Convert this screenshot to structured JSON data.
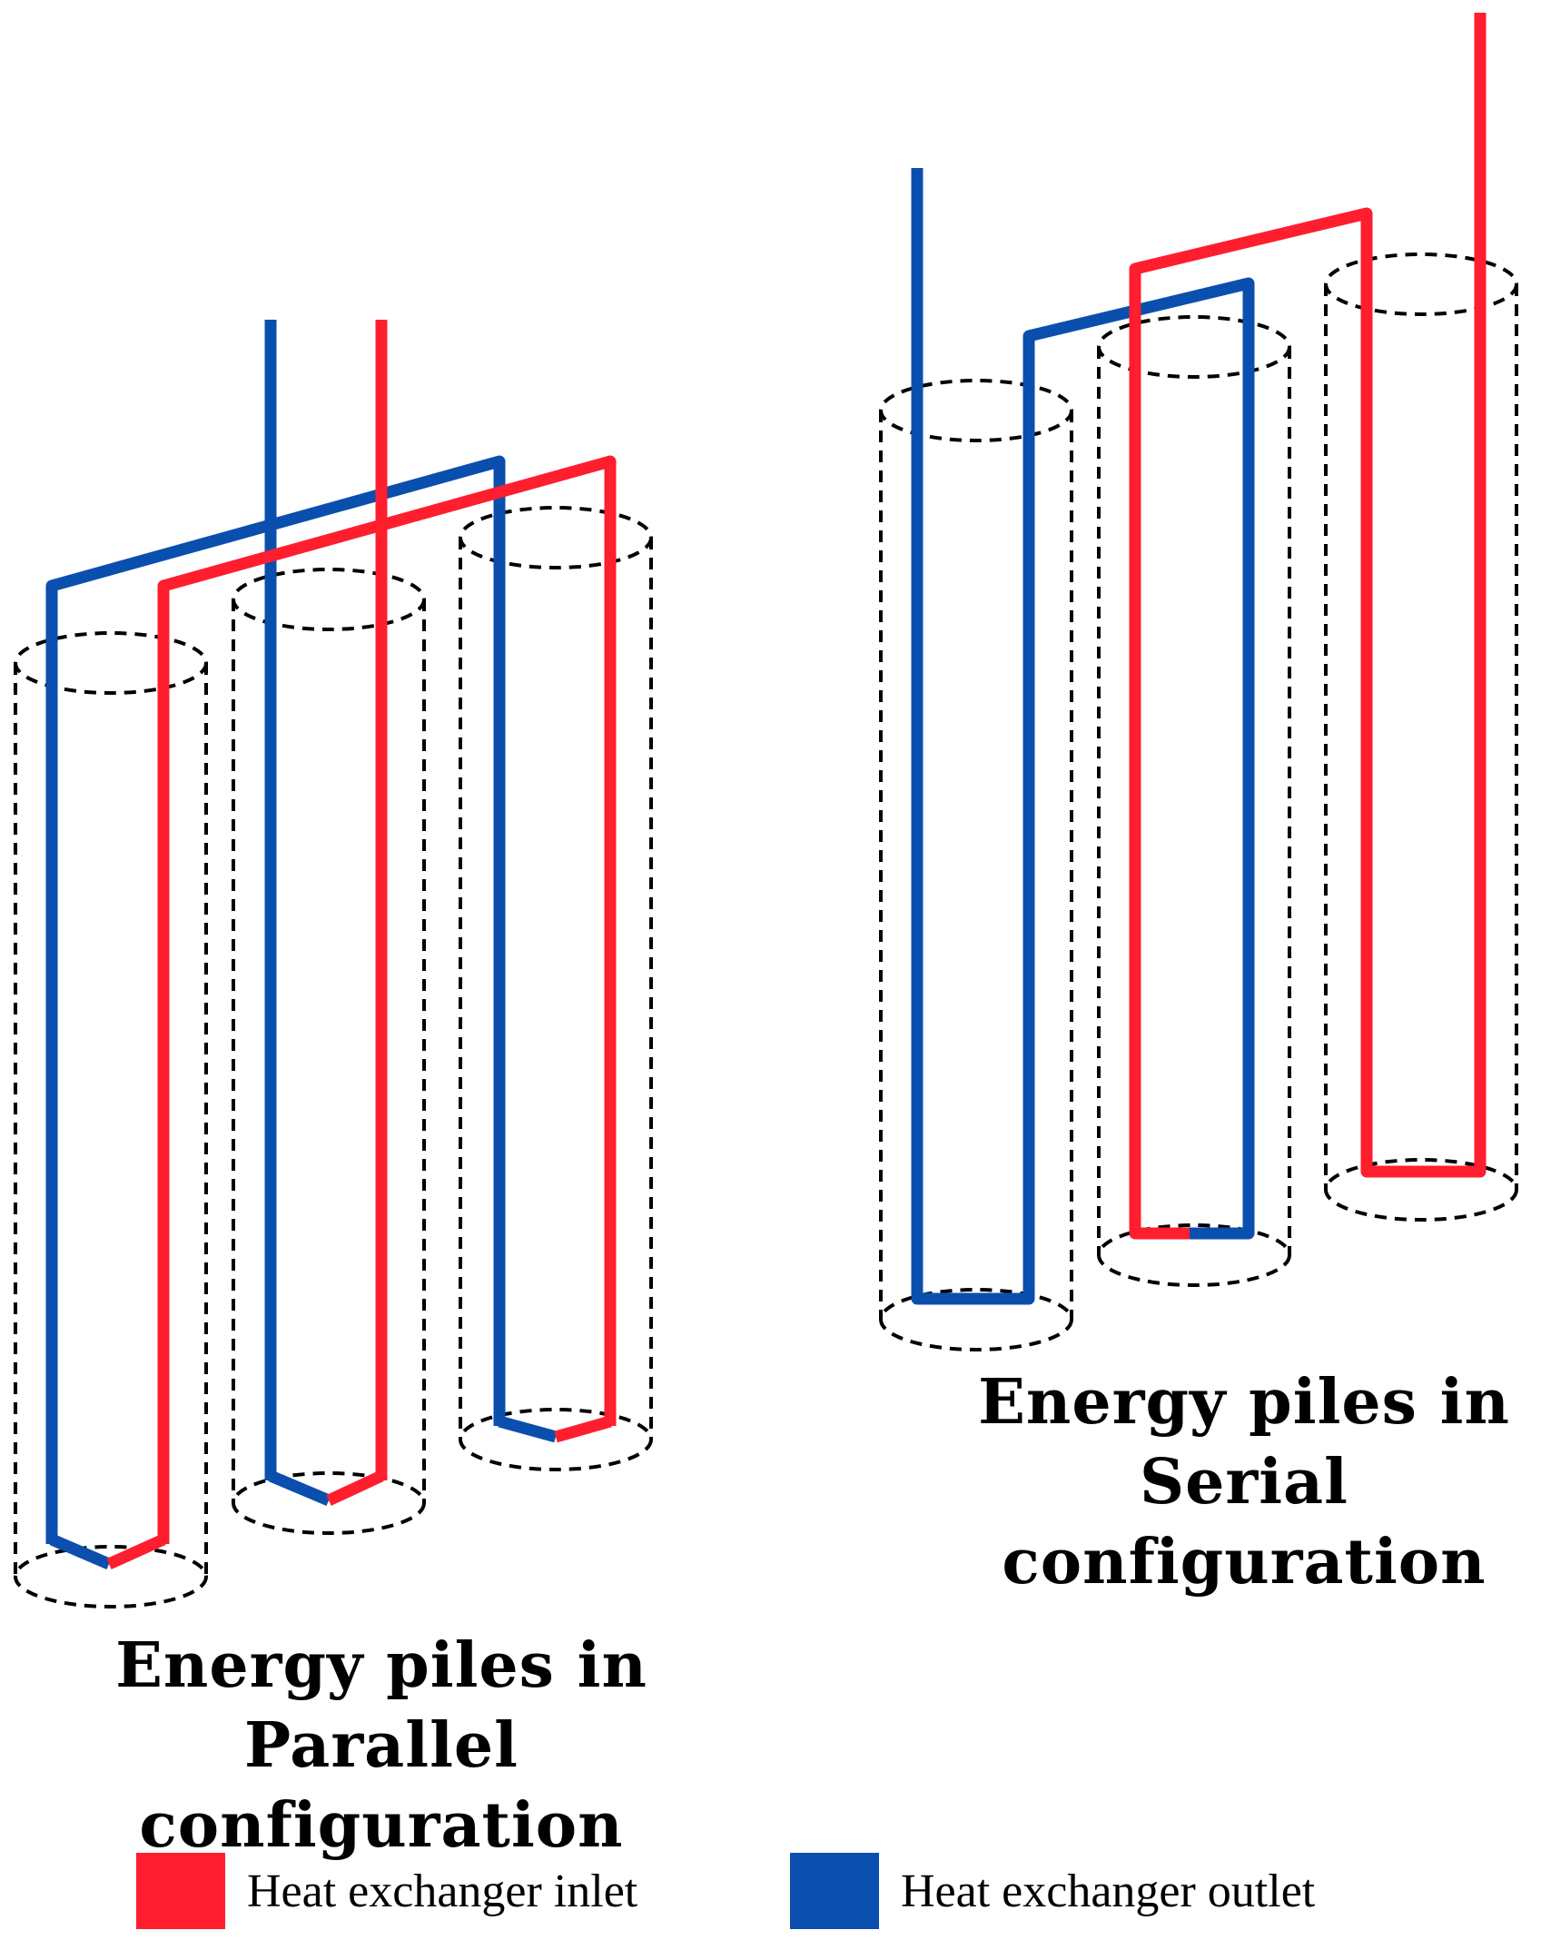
{
  "colors": {
    "inlet": "#ff1e2e",
    "outlet": "#0a4fae",
    "pile_outline": "#000000"
  },
  "captions": {
    "parallel": {
      "line1": "Energy piles in",
      "line2": "Parallel configuration"
    },
    "serial": {
      "line1": "Energy piles in",
      "line2": "Serial configuration"
    }
  },
  "legend": {
    "inlet_label": "Heat exchanger inlet",
    "outlet_label": "Heat exchanger outlet"
  }
}
